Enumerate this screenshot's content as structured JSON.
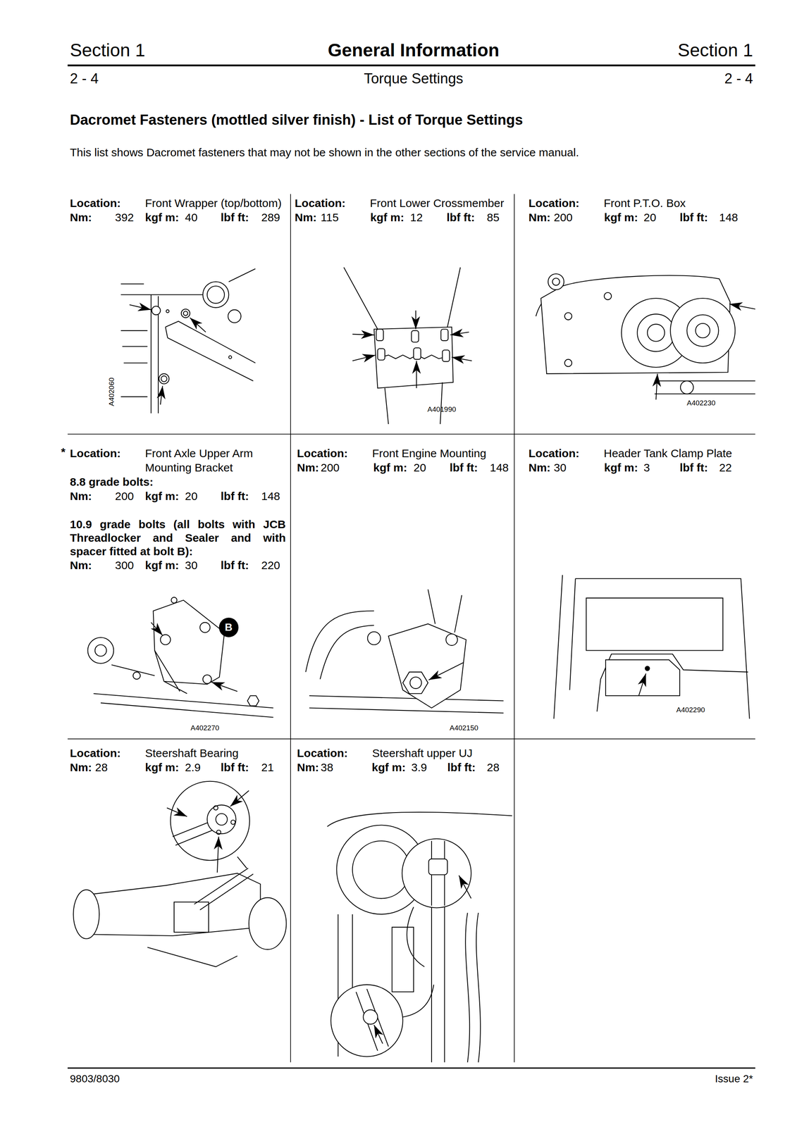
{
  "diagram": {
    "title": "Dacromet Fasteners (mottled silver finish) - List of Torque Settings",
    "labels": [
      "Section 1",
      "General Information",
      "Section 1",
      "2 - 4",
      "Torque Settings",
      "2 - 4",
      "This list shows Dacromet fasteners that may not be shown in the other sections of the service manual.",
      "Location:",
      "Front Wrapper (top/bottom)",
      "Nm:",
      "392",
      "kgf m:",
      "40",
      "lbf ft:",
      "289",
      "A402060",
      "Location:",
      "Front Lower Crossmember",
      "Nm:",
      "115",
      "kgf m:",
      "12",
      "lbf ft:",
      "85",
      "A401990",
      "Location:",
      "Front P.T.O. Box",
      "Nm:",
      "200",
      "kgf m:",
      "20",
      "lbf ft:",
      "148",
      "A402230",
      "*",
      "Location:",
      "Front Axle Upper Arm Mounting Bracket",
      "8.8 grade bolts:",
      "Nm:",
      "200",
      "kgf m:",
      "20",
      "lbf ft:",
      "148",
      "10.9 grade bolts (all bolts with JCB Threadlocker and Sealer and with spacer fitted at bolt B):",
      "Nm:",
      "300",
      "kgf m:",
      "30",
      "lbf ft:",
      "220",
      "B",
      "A402270",
      "Location:",
      "Front Engine Mounting",
      "Nm:",
      "200",
      "kgf m:",
      "20",
      "lbf ft:",
      "148",
      "A402150",
      "Location:",
      "Header Tank Clamp Plate",
      "Nm:",
      "30",
      "kgf m:",
      "3",
      "lbf ft:",
      "22",
      "A402290",
      "Location:",
      "Steershaft Bearing",
      "Nm:",
      "28",
      "kgf m:",
      "2.9",
      "lbf ft:",
      "21",
      "Location:",
      "Steershaft upper UJ",
      "Nm:",
      "38",
      "kgf m:",
      "3.9",
      "lbf ft:",
      "28",
      "9803/8030",
      "Issue 2*"
    ]
  }
}
